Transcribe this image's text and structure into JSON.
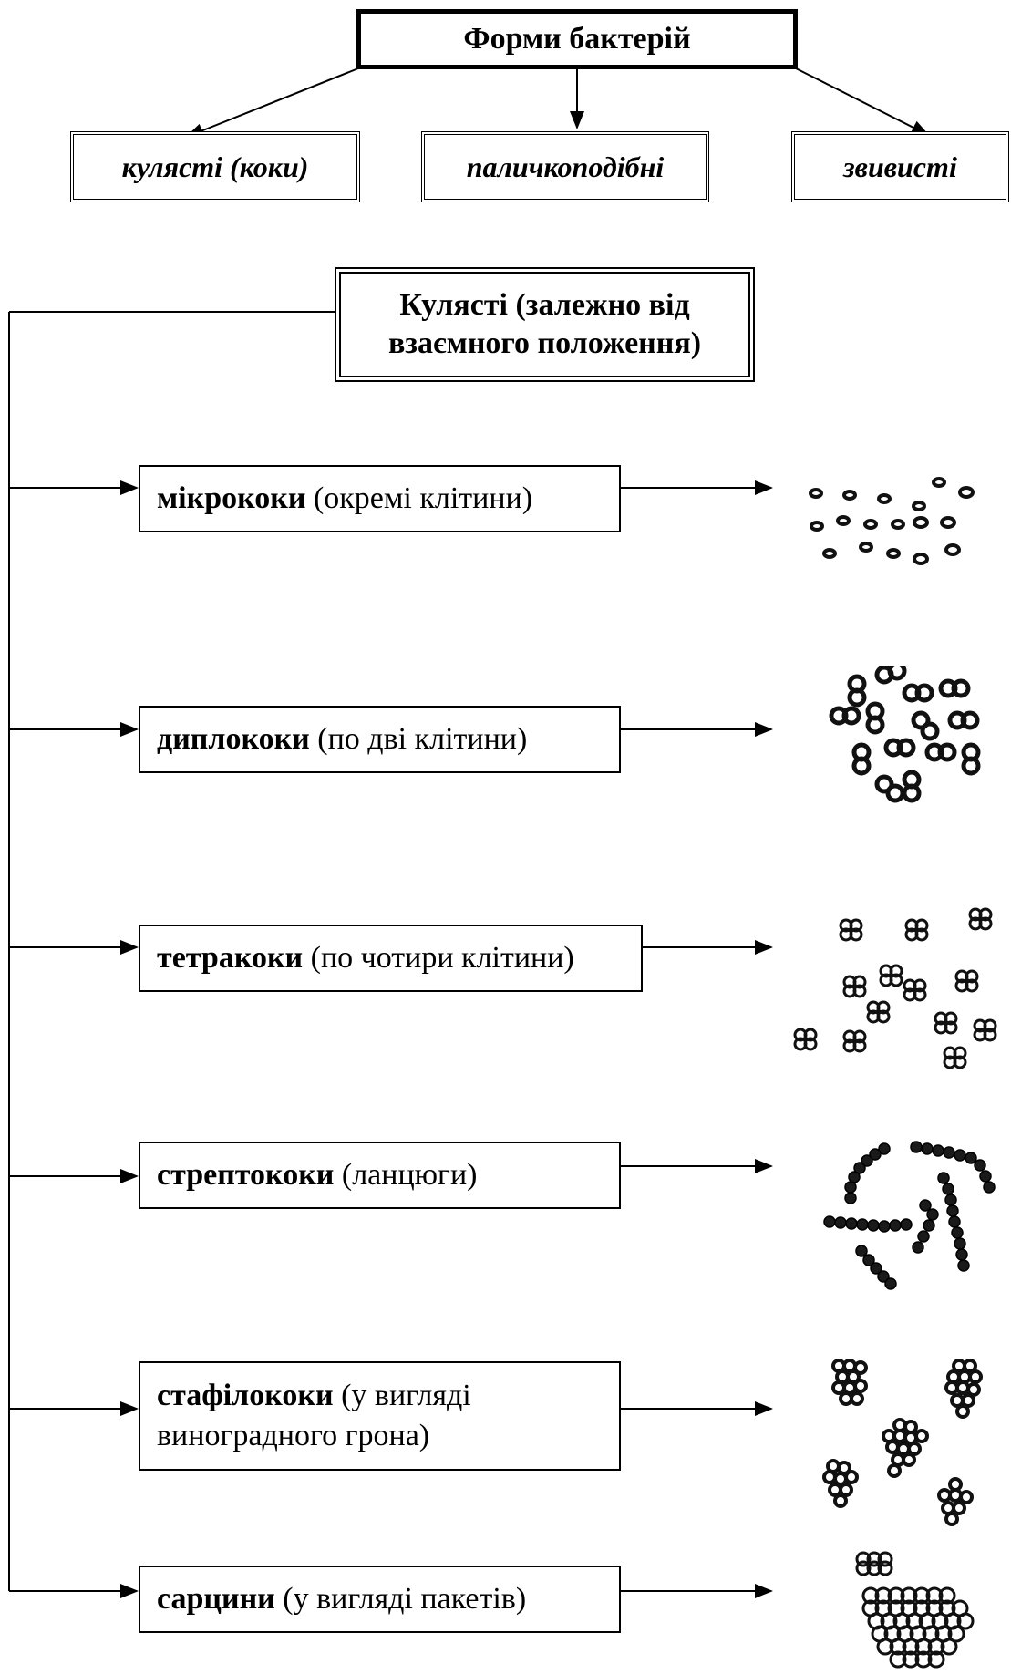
{
  "title": "Форми бактерій",
  "forms": [
    {
      "label": "кулясті (коки)"
    },
    {
      "label": "паличкоподібні"
    },
    {
      "label": "звивисті"
    }
  ],
  "spherical_header": "Кулясті (залежно від взаємного положення)",
  "types": [
    {
      "name": "мікрококи",
      "desc": " (окремі клітини)",
      "illustration": "scattered-single-cells"
    },
    {
      "name": "диплококи",
      "desc": " (по  дві клітини)",
      "illustration": "paired-cells"
    },
    {
      "name": "тетракоки",
      "desc": " (по чотири клітини)",
      "illustration": "four-cell-groups"
    },
    {
      "name": "стрептококи",
      "desc": " (ланцюги)",
      "illustration": "cell-chains"
    },
    {
      "name": "стафілококи",
      "desc": " (у вигляді виноградного грона)",
      "illustration": "grape-clusters"
    },
    {
      "name": "сарцини",
      "desc": " (у вигляді пакетів)",
      "illustration": "cell-packets"
    }
  ]
}
